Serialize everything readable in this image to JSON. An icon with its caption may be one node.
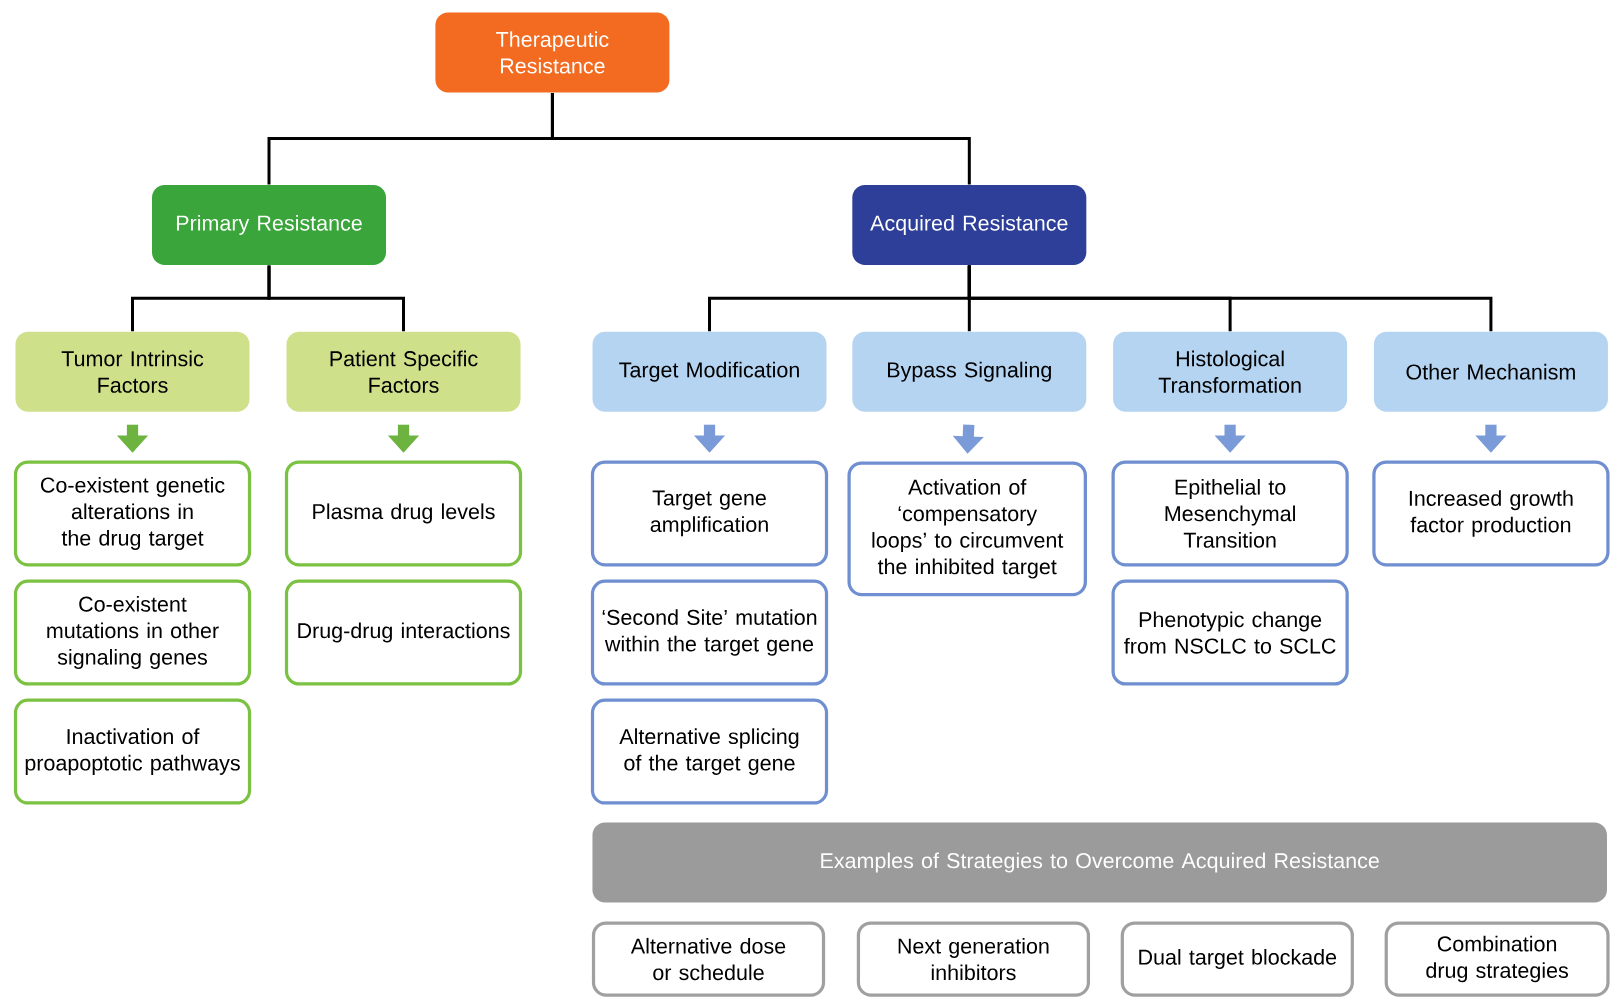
{
  "diagram": {
    "nodes": [
      {
        "text": [
          "Therapeutic Resistance"
        ]
      },
      {
        "text": [
          "Primary Resistance"
        ]
      },
      {
        "text": [
          "Acquired Resistance"
        ]
      },
      {
        "text": [
          "Tumor Intrinsic Factors"
        ]
      },
      {
        "text": [
          "Patient Specific Factors"
        ]
      },
      {
        "text": [
          "Target Modification"
        ]
      },
      {
        "text": [
          "Bypass Signaling"
        ]
      },
      {
        "text": [
          "Histological Transformation"
        ]
      },
      {
        "text": [
          "Other Mechanism"
        ]
      },
      {
        "text": [
          "Co-existent genetic alterations in the drug target"
        ]
      },
      {
        "text": [
          "Co-existent mutations in other signaling genes"
        ]
      },
      {
        "text": [
          "Inactivation of proapoptotic pathways"
        ]
      },
      {
        "text": [
          "Plasma drug levels"
        ]
      },
      {
        "text": [
          "Drug-drug interactions"
        ]
      },
      {
        "text": [
          "Target gene amplification"
        ]
      },
      {
        "text": [
          "‘Second Site’ mutation within the target gene"
        ]
      },
      {
        "text": [
          "Alternative splicing of the target gene"
        ]
      },
      {
        "text": [
          "Activation of ‘compensatory loops’ to circumvent the inhibited target"
        ]
      },
      {
        "text": [
          "Epithelial to Mesenchymal Transition"
        ]
      },
      {
        "text": [
          "Phenotypic change from NSCLC to SCLC"
        ]
      },
      {
        "text": [
          "Increased growth factor production"
        ]
      },
      {
        "text": [
          "Examples of Strategies to Overcome Acquired Resistance"
        ]
      },
      {
        "text": [
          "Alternative dose or schedule"
        ]
      },
      {
        "text": [
          "Next generation inhibitors"
        ]
      },
      {
        "text": [
          "Dual target blockade"
        ]
      },
      {
        "text": [
          "Combination drug strategies"
        ]
      }
    ],
    "edges": [
      {
        "from": 0,
        "to": 1,
        "arrow": "none"
      },
      {
        "from": 0,
        "to": 2,
        "arrow": "none"
      },
      {
        "from": 1,
        "to": 3,
        "arrow": "none"
      },
      {
        "from": 1,
        "to": 4,
        "arrow": "none"
      },
      {
        "from": 2,
        "to": 5,
        "arrow": "none"
      },
      {
        "from": 2,
        "to": 6,
        "arrow": "none"
      },
      {
        "from": 2,
        "to": 7,
        "arrow": "none"
      },
      {
        "from": 2,
        "to": 8,
        "arrow": "none"
      },
      {
        "from": 3,
        "to": 9,
        "arrow": "to",
        "style": "thick",
        "color": "#6cb33f"
      },
      {
        "from": 4,
        "to": 12,
        "arrow": "to",
        "style": "thick",
        "color": "#6cb33f"
      },
      {
        "from": 5,
        "to": 14,
        "arrow": "to",
        "style": "thick",
        "color": "#7a9bd8"
      },
      {
        "from": 6,
        "to": 17,
        "arrow": "to",
        "style": "thick",
        "color": "#7a9bd8"
      },
      {
        "from": 7,
        "to": 18,
        "arrow": "to",
        "style": "thick",
        "color": "#7a9bd8"
      },
      {
        "from": 8,
        "to": 20,
        "arrow": "to",
        "style": "thick",
        "color": "#7a9bd8"
      }
    ]
  }
}
